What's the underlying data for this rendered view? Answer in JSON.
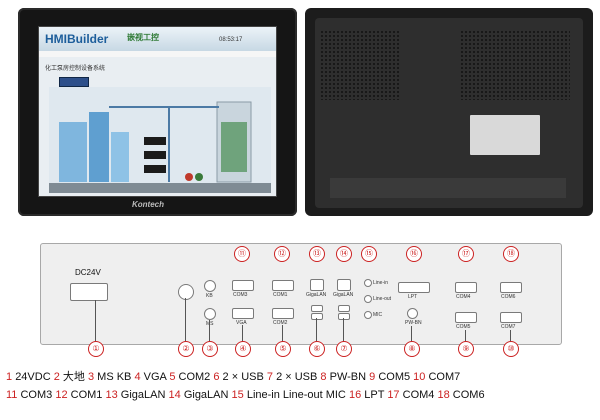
{
  "front": {
    "screen_logo": "HMIBuilder",
    "screen_logo_sub": "嵌视工控",
    "screen_time": "08:53:17",
    "screen_title": "化工泵房控制设备系统",
    "brand": "Kontech"
  },
  "diagram": {
    "dc_label": "DC24V",
    "port_labels": {
      "kb": "KB",
      "ms": "MS",
      "com3": "COM3",
      "vga": "VGA",
      "com1": "COM1",
      "com2": "COM2",
      "giga1": "GigaLAN",
      "giga2": "GigaLAN",
      "linein": "Line-in",
      "lineout": "Line-out",
      "mic": "MIC",
      "lpt": "LPT",
      "pwbn": "PW-BN",
      "com4": "COM4",
      "com5": "COM5",
      "com6": "COM6",
      "com7": "COM7"
    },
    "callouts": [
      "①",
      "②",
      "③",
      "④",
      "⑤",
      "⑥",
      "⑦",
      "⑧",
      "⑨",
      "⑩",
      "⑪",
      "⑫",
      "⑬",
      "⑭",
      "⑮",
      "⑯",
      "⑰",
      "⑱"
    ]
  },
  "legend": {
    "row1": [
      {
        "n": "1",
        "t": "24VDC"
      },
      {
        "n": "2",
        "t": "大地"
      },
      {
        "n": "3",
        "t": "MS KB"
      },
      {
        "n": "4",
        "t": "VGA"
      },
      {
        "n": "5",
        "t": "COM2"
      },
      {
        "n": "6",
        "t": "2 × USB"
      },
      {
        "n": "7",
        "t": "2 × USB"
      },
      {
        "n": "8",
        "t": "PW-BN"
      },
      {
        "n": "9",
        "t": "COM5"
      },
      {
        "n": "10",
        "t": "COM7"
      }
    ],
    "row2": [
      {
        "n": "11",
        "t": "COM3"
      },
      {
        "n": "12",
        "t": "COM1"
      },
      {
        "n": "13",
        "t": "GigaLAN"
      },
      {
        "n": "14",
        "t": "GigaLAN"
      },
      {
        "n": "15",
        "t": "Line-in Line-out MIC"
      },
      {
        "n": "16",
        "t": "LPT"
      },
      {
        "n": "17",
        "t": "COM4"
      },
      {
        "n": "18",
        "t": "COM6"
      }
    ]
  }
}
